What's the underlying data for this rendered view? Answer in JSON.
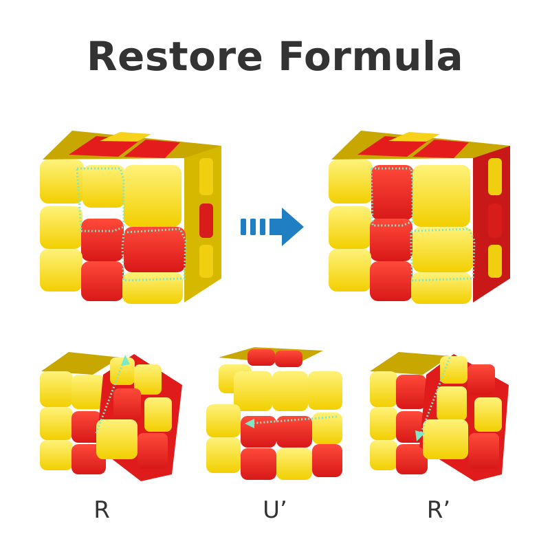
{
  "title": "Restore Formula",
  "colors": {
    "yellow": "#f7dc1c",
    "yellow_dark": "#d4b400",
    "red": "#ee2222",
    "red_dark": "#b10f14",
    "arrow": "#1f7fc2",
    "outline": "#7de8c8",
    "text": "#333333"
  },
  "icons": {
    "next_arrow": "right-arrow-icon",
    "move_arrow": "curved-move-arrow-icon"
  },
  "steps": [
    {
      "label": "R"
    },
    {
      "label": "U’"
    },
    {
      "label": "R’"
    }
  ]
}
